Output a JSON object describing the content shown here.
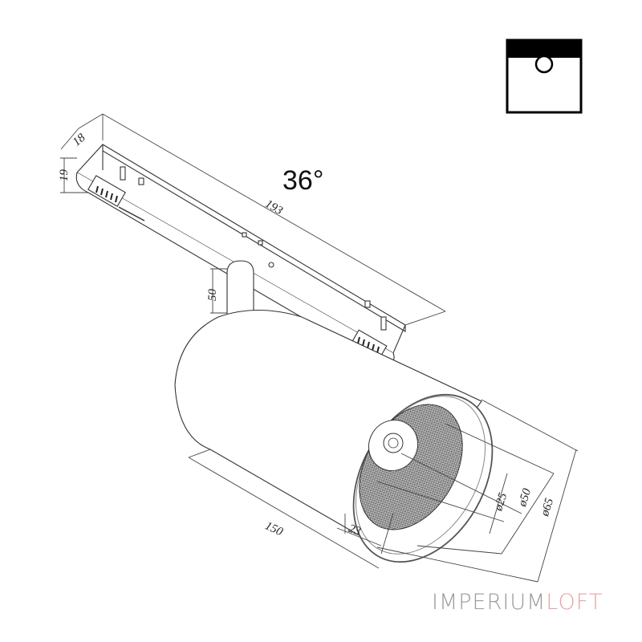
{
  "drawing": {
    "beam_angle": "36°",
    "dimensions": {
      "track_width": "18",
      "track_height": "19",
      "track_length": "193",
      "stem_height": "50",
      "body_length": "150",
      "bezel_depth": "23",
      "lens_diameter": "ø25",
      "reflector_diameter": "ø50",
      "body_diameter": "ø65"
    },
    "mounting_icon": "surface-track-mount-icon"
  },
  "brand": {
    "name_part1": "IMPERIUM",
    "name_part2": "LOFT",
    "color_part1": "#9a9a9a",
    "color_part2": "#e8a3a3"
  }
}
